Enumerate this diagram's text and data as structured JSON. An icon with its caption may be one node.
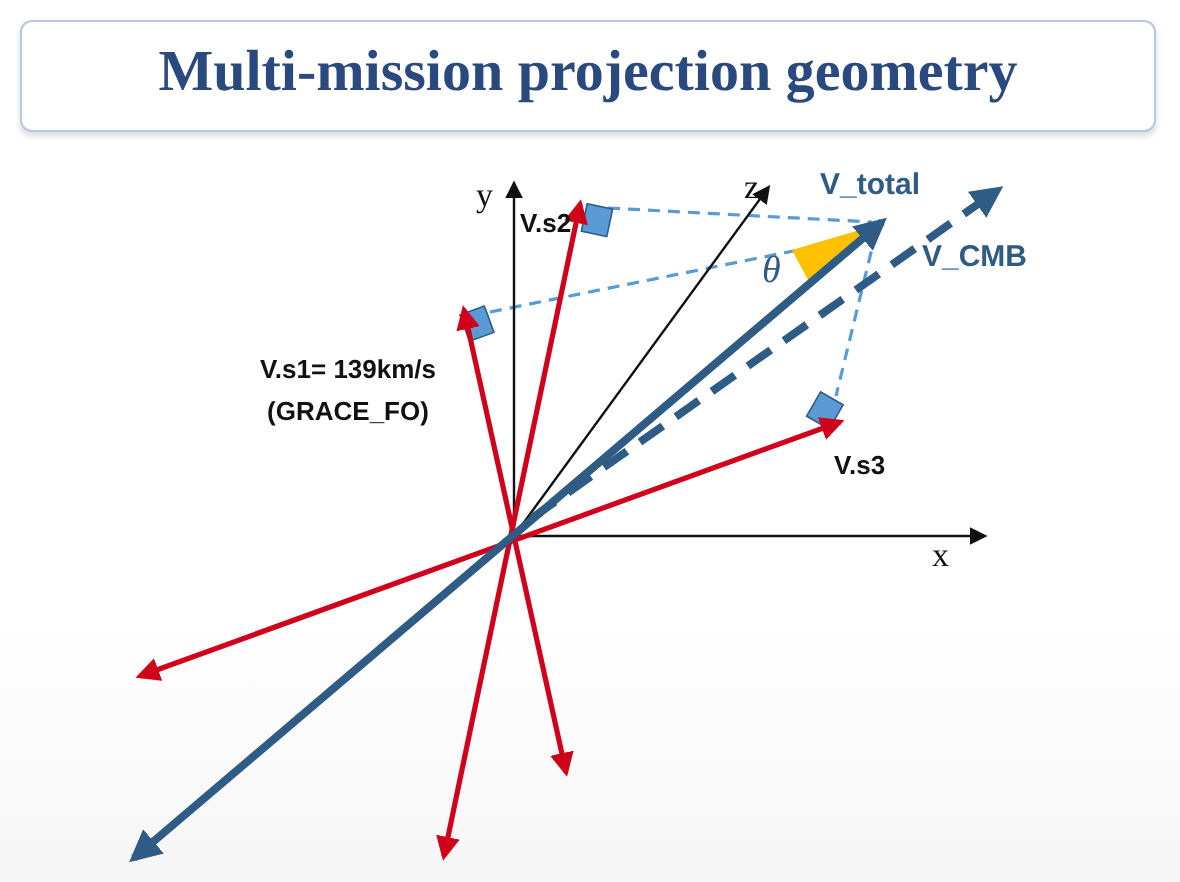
{
  "diagram": {
    "title": "Multi-mission projection geometry",
    "labels": [
      "y",
      "z",
      "V.s2",
      "V_total",
      "θ",
      "V_CMB",
      "V.s1= 139km/s (GRACE_FO)",
      "V.s3",
      "x"
    ]
  }
}
